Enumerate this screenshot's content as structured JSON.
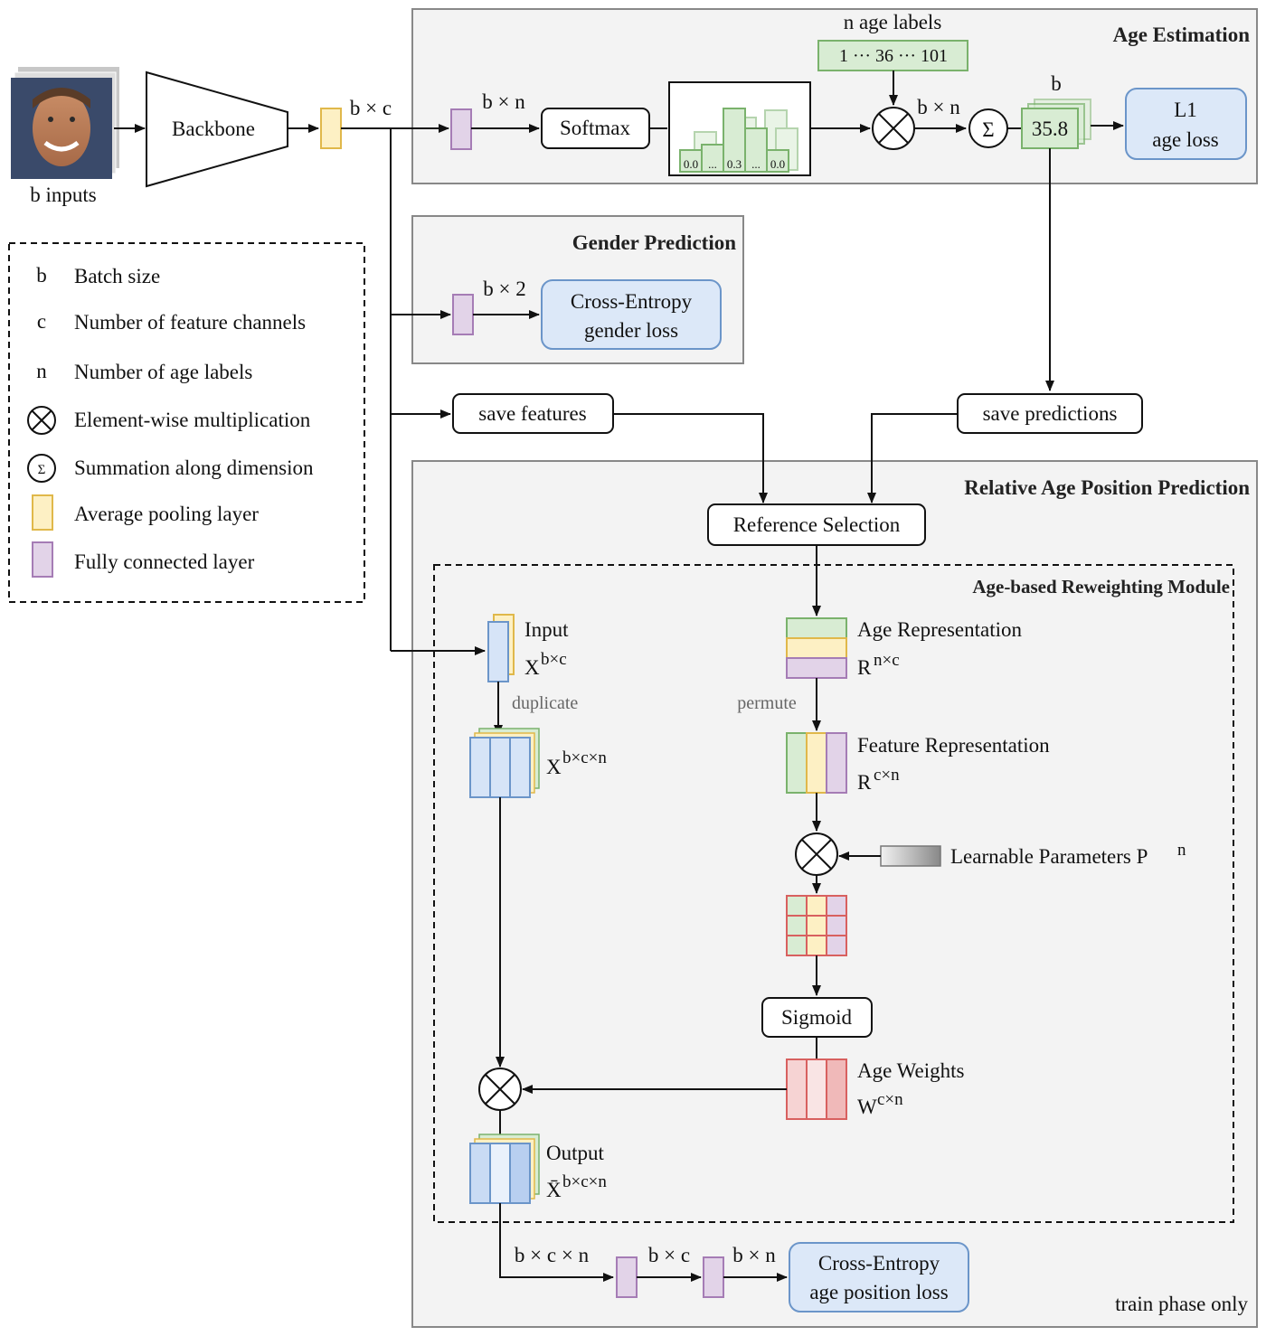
{
  "inputs": {
    "label": "b inputs"
  },
  "backbone": {
    "label": "Backbone"
  },
  "dims": {
    "bxc": "b × c",
    "bxn_fc": "b × n",
    "bxn_mult": "b × n",
    "b": "b",
    "bx2": "b × 2",
    "bxcxn_bottom": "b × c × n",
    "bxc_bottom": "b × c",
    "bxn_bottom": "b × n"
  },
  "age_estimation": {
    "title": "Age Estimation",
    "n_age_labels": "n age labels",
    "labels_vector": "1   ···  36   ···  101",
    "softmax": "Softmax",
    "hist_labels": [
      "0.0",
      "...",
      "0.3",
      "...",
      "0.0"
    ],
    "sum_symbol": "Σ",
    "prediction": "35.8",
    "loss_line1": "L1",
    "loss_line2": "age loss"
  },
  "gender_prediction": {
    "title": "Gender Prediction",
    "loss_line1": "Cross-Entropy",
    "loss_line2": "gender loss"
  },
  "save": {
    "features": "save features",
    "predictions": "save predictions"
  },
  "legend": {
    "items": [
      {
        "key": "b",
        "text": "Batch size"
      },
      {
        "key": "c",
        "text": "Number of feature channels"
      },
      {
        "key": "n",
        "text": "Number of age labels"
      },
      {
        "key": "mult",
        "text": "Element-wise multiplication"
      },
      {
        "key": "sum",
        "text": "Summation along dimension"
      },
      {
        "key": "pool",
        "text": "Average pooling layer"
      },
      {
        "key": "fc",
        "text": "Fully connected layer"
      }
    ],
    "sum_symbol": "Σ"
  },
  "relative_age": {
    "title": "Relative Age Position Prediction",
    "reference_selection": "Reference Selection",
    "module_title": "Age-based Reweighting Module",
    "input_label": "Input",
    "input_sym": "X",
    "input_sup": "b×c",
    "duplicate": "duplicate",
    "dup_sym": "X",
    "dup_sup": "b×c×n",
    "age_rep_label": "Age Representation",
    "age_rep_sym": "R",
    "age_rep_sup": "n×c",
    "permute": "permute",
    "feat_rep_label": "Feature Representation",
    "feat_rep_sym": "R",
    "feat_rep_sup": "c×n",
    "learnable": "Learnable Parameters P",
    "learnable_sup": "n",
    "sigmoid": "Sigmoid",
    "weights_label": "Age Weights",
    "weights_sym": "W",
    "weights_sup": "c×n",
    "output_label": "Output",
    "output_sym": "X̄",
    "output_sup": "b×c×n",
    "loss_line1": "Cross-Entropy",
    "loss_line2": "age position loss",
    "train_phase": "train phase only"
  }
}
